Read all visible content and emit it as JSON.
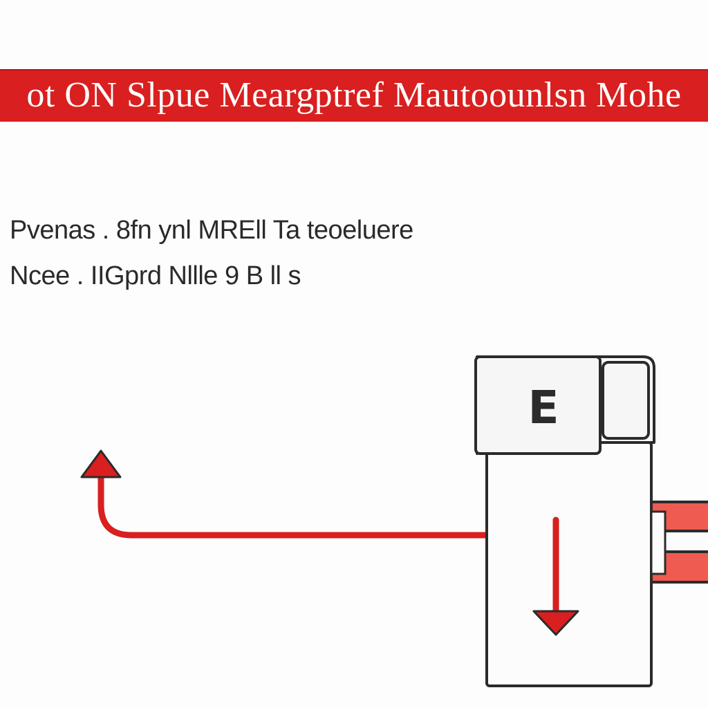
{
  "title": "ot ON Slpue Meargptref Mautoounlsn Mohe",
  "info_lines": [
    "Pvenas . 8fn ynl MREll Ta teoeluere",
    "Ncee . IIGprd Nllle 9 B ll s"
  ],
  "module": {
    "label": "E"
  },
  "colors": {
    "accent": "#d91f1f",
    "connector_fill": "#ef5b50",
    "outline": "#2b2b2b",
    "banner_text": "#ffffff",
    "body_text": "#2a2a2a"
  }
}
